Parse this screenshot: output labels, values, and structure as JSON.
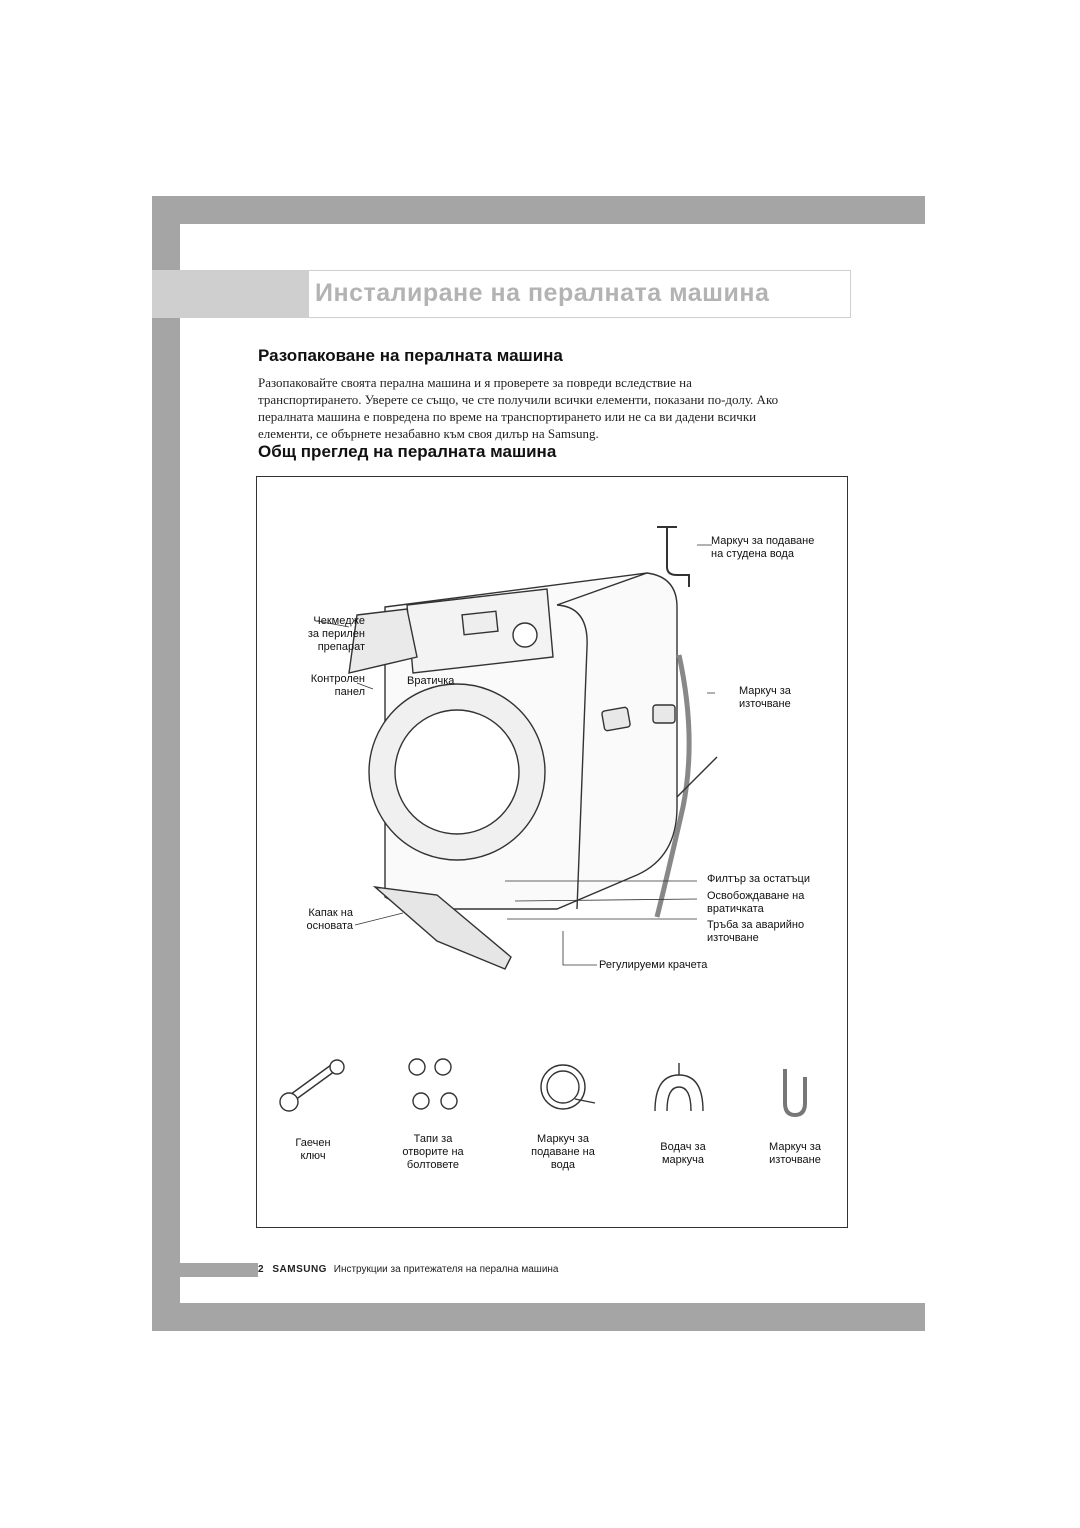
{
  "page": {
    "title": "Инсталиране на пералната машина",
    "section1": {
      "heading": "Разопаковане на пералната машина",
      "lines": [
        "Разопаковайте своята перална машина и я проверете за повреди вследствие на",
        "транспортирането. Уверете се също, че сте получили всички елементи, показани по-долу. Ако",
        "пералната машина е повредена по време на транспортирането или не са ви дадени всички",
        "елементи, се обърнете незабавно към своя дилър на Samsung."
      ]
    },
    "section2": {
      "heading": "Общ преглед на пералната машина"
    }
  },
  "diagram": {
    "labels": {
      "cold_water_hose": [
        "Маркуч за подаване",
        "на студена вода"
      ],
      "detergent_drawer": [
        "Чекмедже",
        "за перилен",
        "препарат"
      ],
      "control_panel": [
        "Контролен",
        "панел"
      ],
      "door": [
        "Вратичка"
      ],
      "drain_hose": [
        "Маркуч за",
        "източване"
      ],
      "debris_filter": [
        "Филтър за остатъци"
      ],
      "door_release": [
        "Освобождаване на",
        "вратичката"
      ],
      "emergency_drain": [
        "Тръба за аварийно",
        "източване"
      ],
      "base_cover": [
        "Капак на",
        "основата"
      ],
      "adjustable_feet": [
        "Регулируеми крачета"
      ]
    },
    "accessories": [
      {
        "icon": "spanner-icon",
        "label": [
          "Гаечен",
          "ключ"
        ]
      },
      {
        "icon": "bolt-caps-icon",
        "label": [
          "Тапи за",
          "отворите на",
          "болтовете"
        ]
      },
      {
        "icon": "water-supply-hose-icon",
        "label": [
          "Маркуч за",
          "подаване на",
          "вода"
        ]
      },
      {
        "icon": "hose-guide-icon",
        "label": [
          "Водач за",
          "маркуча"
        ]
      },
      {
        "icon": "drain-hose-icon",
        "label": [
          "Маркуч за",
          "източване"
        ]
      }
    ]
  },
  "footer": {
    "page_number": "2",
    "brand": "SAMSUNG",
    "text": "Инструкции за притежателя на перална машина"
  }
}
